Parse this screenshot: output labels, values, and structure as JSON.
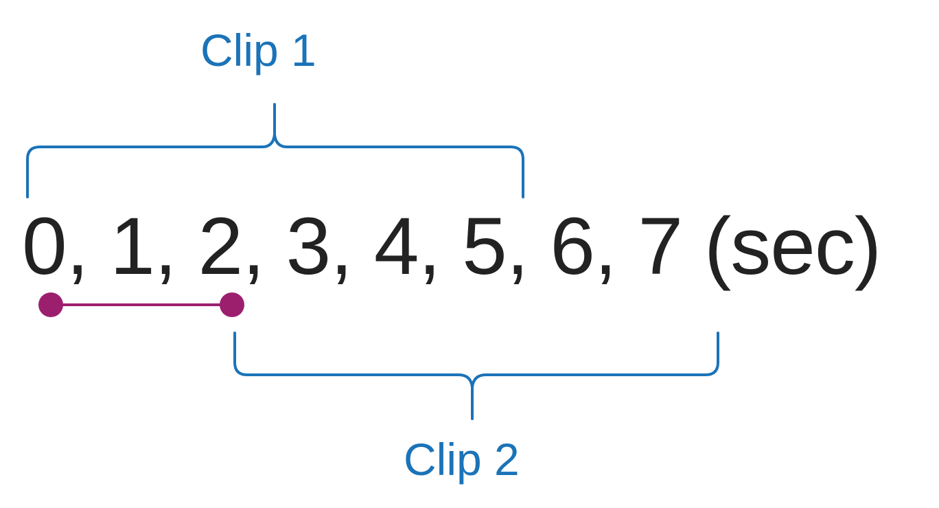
{
  "colors": {
    "bracket": "#1b73b8",
    "stride": "#9c1f6e",
    "text": "#222222"
  },
  "timeline": {
    "values": [
      "0",
      "1",
      "2",
      "3",
      "4",
      "5",
      "6",
      "7"
    ],
    "separator": ", ",
    "unit": "(sec)"
  },
  "clips": [
    {
      "label": "Clip 1",
      "start": 0,
      "end": 5
    },
    {
      "label": "Clip 2",
      "start": 2,
      "end": 7
    }
  ],
  "stride": {
    "start": 0,
    "end": 2
  }
}
